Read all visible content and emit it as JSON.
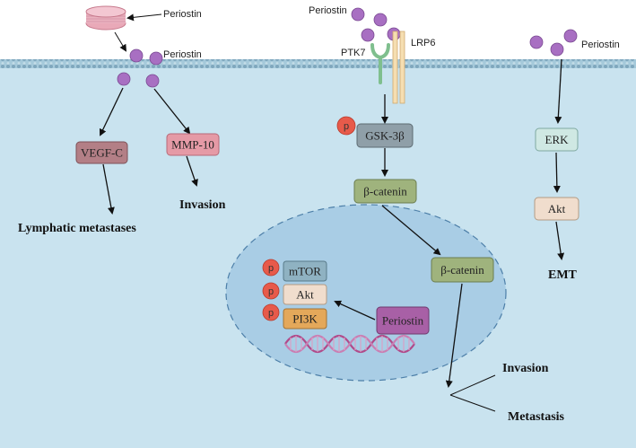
{
  "labels": {
    "periostin_dish": "Periostin",
    "periostin_left": "Periostin",
    "periostin_mid": "Periostin",
    "periostin_right": "Periostin",
    "ptk7": "PTK7",
    "lrp6": "LRP6"
  },
  "boxes": {
    "vegfc": "VEGF-C",
    "mmp10": "MMP-10",
    "gsk3b": "GSK-3β",
    "bcatenin_cyto": "β-catenin",
    "bcatenin_nuc": "β-catenin",
    "mtor": "mTOR",
    "akt_nuc": "Akt",
    "pi3k": "PI3K",
    "periostin_nuc": "Periostin",
    "erk": "ERK",
    "akt_right": "Akt"
  },
  "outcomes": {
    "lymphatic": "Lymphatic metastases",
    "invasion_left": "Invasion",
    "emt": "EMT",
    "invasion_bottom": "Invasion",
    "metastasis": "Metastasis"
  },
  "phospho": "p",
  "colors": {
    "cell": "#c9e3ef",
    "membrane": "#9fc6d9",
    "nucleus": "#a9cde5",
    "periostin_ball": "#a86fc2",
    "vegfc_box": "#b37f86",
    "mmp10_box": "#e59aa6",
    "gsk_box": "#8f9fa8",
    "bcatenin_box": "#9fb37d",
    "mtor_box": "#8fb2c2",
    "akt_box": "#f0ddcd",
    "pi3k_box": "#e4a85a",
    "periostin_box": "#a860a6",
    "erk_box": "#cfe8e3",
    "phospho": "#e75a4a"
  }
}
